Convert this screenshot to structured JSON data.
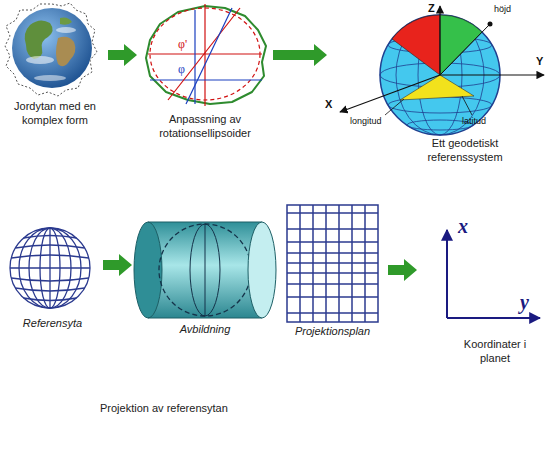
{
  "diagram": {
    "caption": "Projektion av referensytan",
    "nodes": [
      {
        "text": [
          "Jordytan med en komplex form"
        ]
      },
      {
        "text": [
          "Anpassning av rotationsellipsoider"
        ]
      },
      {
        "text": [
          "Ett geodetiskt referenssystem"
        ]
      },
      {
        "text": [
          "Referensyta"
        ]
      },
      {
        "text": [
          "Avbildning"
        ]
      },
      {
        "text": [
          "Projektionsplan"
        ]
      },
      {
        "text": [
          "Koordinater i planet"
        ]
      }
    ],
    "edges": [
      {
        "from": 0,
        "to": 1,
        "arrow": "to"
      },
      {
        "from": 1,
        "to": 2,
        "arrow": "to"
      },
      {
        "from": 3,
        "to": 4,
        "arrow": "to"
      },
      {
        "from": 5,
        "to": 6,
        "arrow": "to"
      }
    ],
    "labels": [
      "φ'",
      "φ",
      "Z",
      "höjd",
      "Y",
      "X",
      "longitud",
      "latitud",
      "x",
      "y"
    ]
  }
}
